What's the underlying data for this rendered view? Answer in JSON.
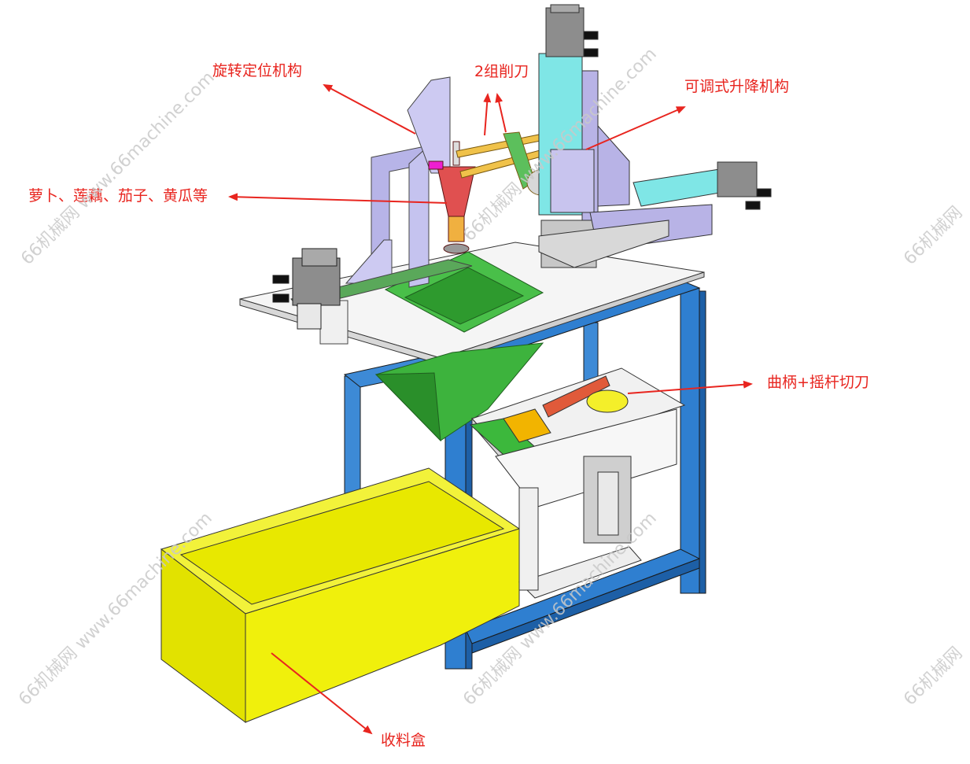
{
  "labels": {
    "rotary_positioning": "旋转定位机构",
    "cutters": "2组削刀",
    "adjustable_lift": "可调式升降机构",
    "vegetables": "萝卜、莲藕、茄子、黄瓜等",
    "crank_rocker_cutter": "曲柄+摇杆切刀",
    "collection_box": "收料盒"
  },
  "watermarks": [
    "66机械网 www.66machine.com",
    "66机械网 www.66machine.com",
    "66机械网 www.66machine.com",
    "66机械网",
    "66机械网",
    "66机械网 www.66machine.com"
  ],
  "colors": {
    "label": "#e8251f",
    "frame_blue": "#2f7fd0",
    "table_top": "#f4f4f4",
    "hopper_green": "#3db33d",
    "box_yellow": "#f0f00c",
    "lift_cyan": "#7fe6e6",
    "lift_purple": "#b8b3e6",
    "cone_red": "#e05050",
    "rods_yellow": "#f0c24a",
    "motor_gray": "#8d8d8d"
  }
}
